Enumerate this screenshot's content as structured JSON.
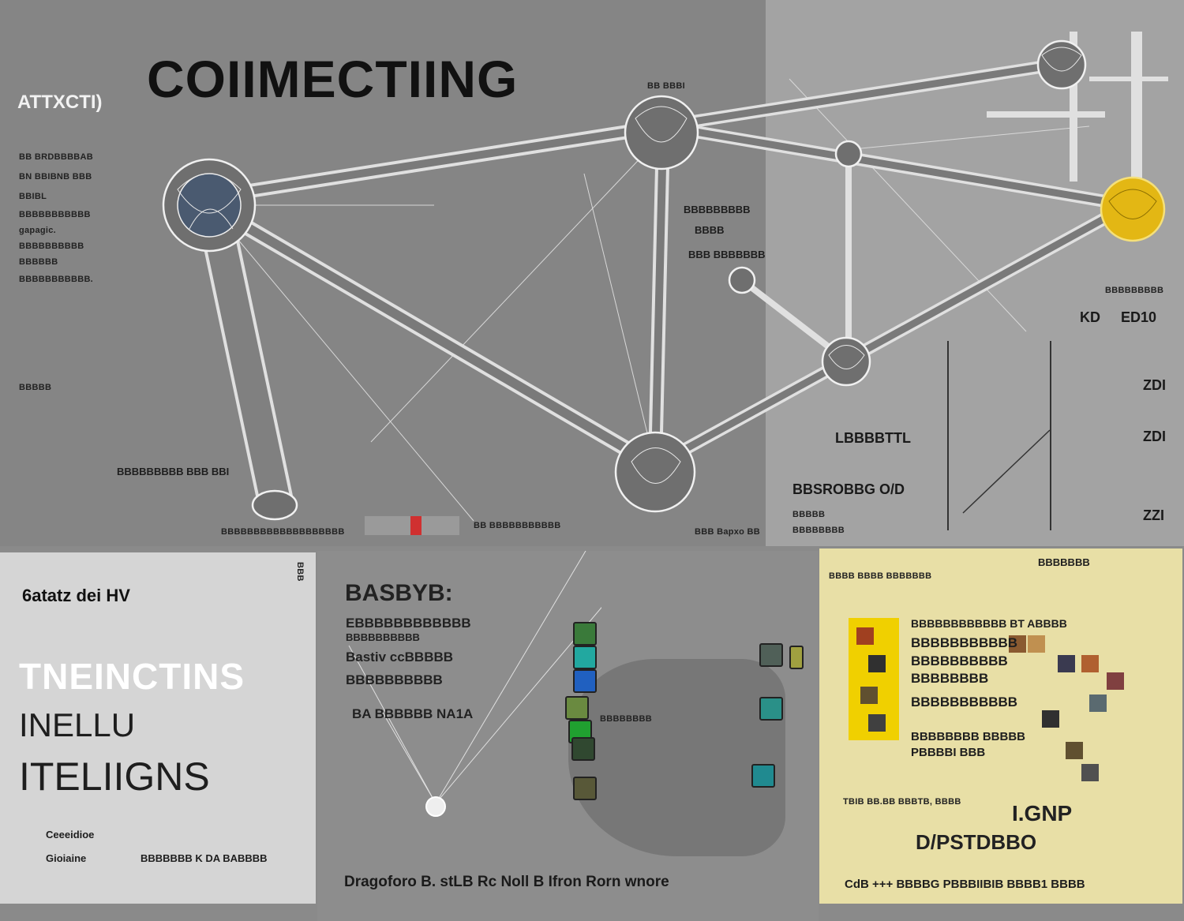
{
  "top": {
    "title": "COIIMECTIING",
    "brand": "ATTXCTI)",
    "left_notes": [
      "BB BRDBBBBAB",
      "BN BBIBNB BBB",
      "BBIBL",
      "BBBBBBBBBBB",
      "gapagic.",
      "BBBBBBBBBB",
      "BBBBBB",
      "BBBBBBBBBBB."
    ],
    "side_small": "BBBBB",
    "bottom_left_label": "BBBBBBBBB BBB BBI",
    "bottom_caption": "BBBBBBBBBBBBBBBBBBB",
    "bottom_caption_mid": "BB BBBBBBBBBBB",
    "bottom_caption_right": "BBB Bapxo BB",
    "node_label_top": "BB BBBI",
    "mid_label1": "BBBBBBBBB",
    "mid_label2": "BBBB",
    "mid_label3": "BBB BBBBBBB"
  },
  "top_right": {
    "label1": "BBBBBBBBB",
    "label2": "KD",
    "label3": "ED10",
    "row_values": [
      "ZDI",
      "ZDI",
      "ZZI"
    ],
    "row_label": "LBBBBTTL",
    "sub_title": "BBSROBBG O/D",
    "sub_small1": "BBBBB",
    "sub_small2": "BBBBBBBB"
  },
  "left_bottom": {
    "head": "6atatz dei HV",
    "title1": "TNEINCTINS",
    "title2": "INELLU",
    "title3": "ITELIIGNS",
    "foot1": "Ceeeidioe",
    "foot2": "Gioiaine",
    "foot3": "BBBBBBB K DA BABBBB",
    "side_mark": "BBB"
  },
  "mid_bottom": {
    "title": "BASBYB:",
    "lines": [
      "EBBBBBBBBBBBB",
      "BBBBBBBBBB",
      "Bastiv ccBBBBB",
      "BBBBBBBBBB"
    ],
    "label": "BA BBBBBB NA1A",
    "footer": "Dragoforo B. stLB Rc Noll B Ifron Rorn wnore",
    "circle_label": "BBBBBBBB"
  },
  "right_bottom": {
    "head": "BBBBBBB",
    "sub": "BBBB BBBB BBBBBBB",
    "lines": [
      "BBBBBBBBBBBB BT ABBBB",
      "BBBBBBBBBBB",
      "BBBBBBBBBB",
      "BBBBBBBB",
      "BBBBBBBBBBB",
      "BBBBBBBB BBBBB",
      "PBBBBI BBB"
    ],
    "footline": "TBIB BB.BB BBBTB, BBBB",
    "big1": "I.GNP",
    "big2": "D/PSTDBBO",
    "bottom_row": "CdB +++  BBBBG PBBBIIBIB BBBB1 BBBB"
  },
  "colors": {
    "yellow_node": "#e3b714",
    "yellow_strip": "#f0d000",
    "right_panel_bg": "#e8dfa6"
  }
}
